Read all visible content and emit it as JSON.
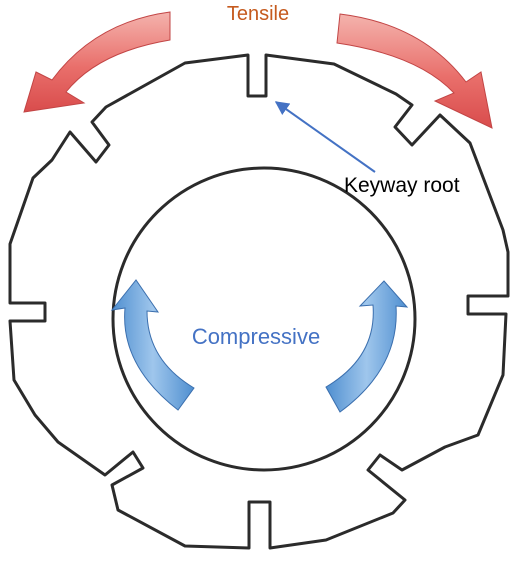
{
  "labels": {
    "tensile": "Tensile",
    "keyway_root": "Keyway root",
    "compressive": "Compressive"
  },
  "colors": {
    "tensile_text": "#c55a1e",
    "compressive_text": "#4472c4",
    "tensile_arrow": "#e86a68",
    "compressive_arrow": "#5b9bd5",
    "pointer_arrow": "#4472c4",
    "outline": "#2b2b2b"
  }
}
